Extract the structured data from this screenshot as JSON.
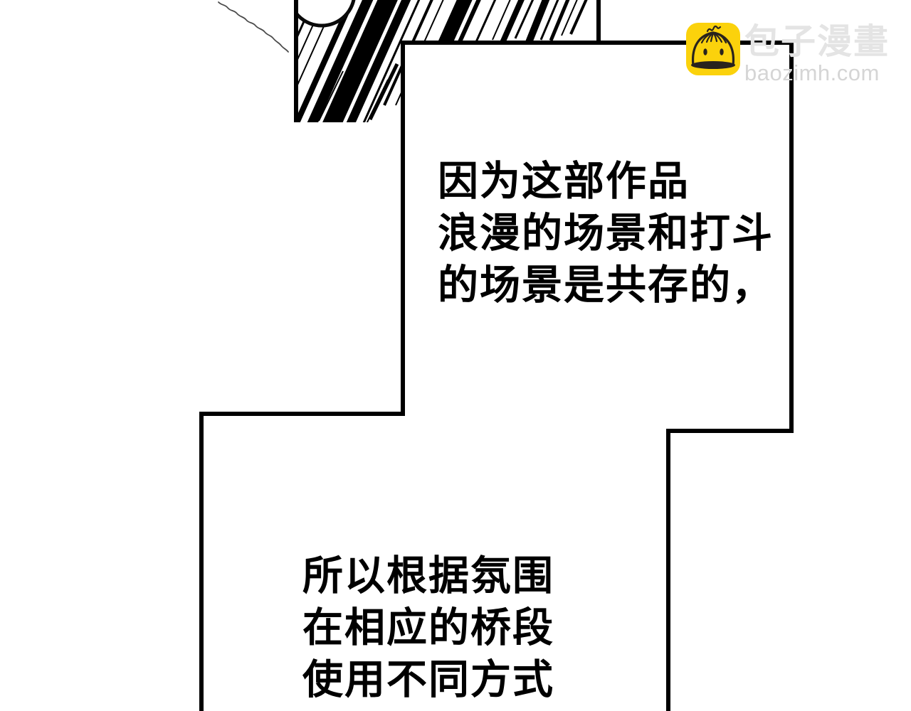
{
  "watermark": {
    "site_name": "包子漫畫",
    "domain": "baozimh.com",
    "logo_icon": "baozi-bun-icon",
    "logo_color": "#FBD20C",
    "text_color": "#e4e4e4"
  },
  "dialogue": {
    "block1": {
      "lines": [
        "因为这部作品",
        "浪漫的场景和打斗",
        "的场景是共存的，"
      ]
    },
    "block2": {
      "lines": [
        "所以根据氛围",
        "在相应的桥段",
        "使用不同方式"
      ]
    }
  },
  "colors": {
    "ink": "#000000",
    "paper": "#ffffff"
  }
}
